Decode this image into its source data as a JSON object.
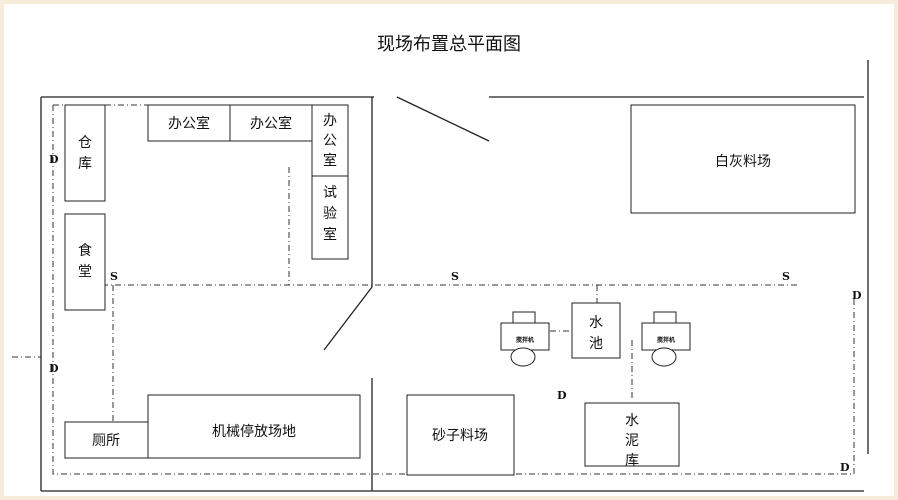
{
  "title": "现场布置总平面图",
  "rooms": {
    "warehouse": [
      "仓",
      "库"
    ],
    "canteen": [
      "食",
      "堂"
    ],
    "office_1": "办公室",
    "office_2": "办公室",
    "office_3": [
      "办",
      "公",
      "室"
    ],
    "lab": [
      "试",
      "验",
      "室"
    ],
    "lime_yard": "白灰料场",
    "toilet": "厕所",
    "machine_parking": "机械停放场地",
    "sand_yard": "砂子料场",
    "water_pool": [
      "水",
      "池"
    ],
    "cement_store": [
      "水",
      "泥",
      "库"
    ]
  },
  "mixer_label": "搅拌机",
  "markers": {
    "s": "S",
    "d": "D"
  }
}
